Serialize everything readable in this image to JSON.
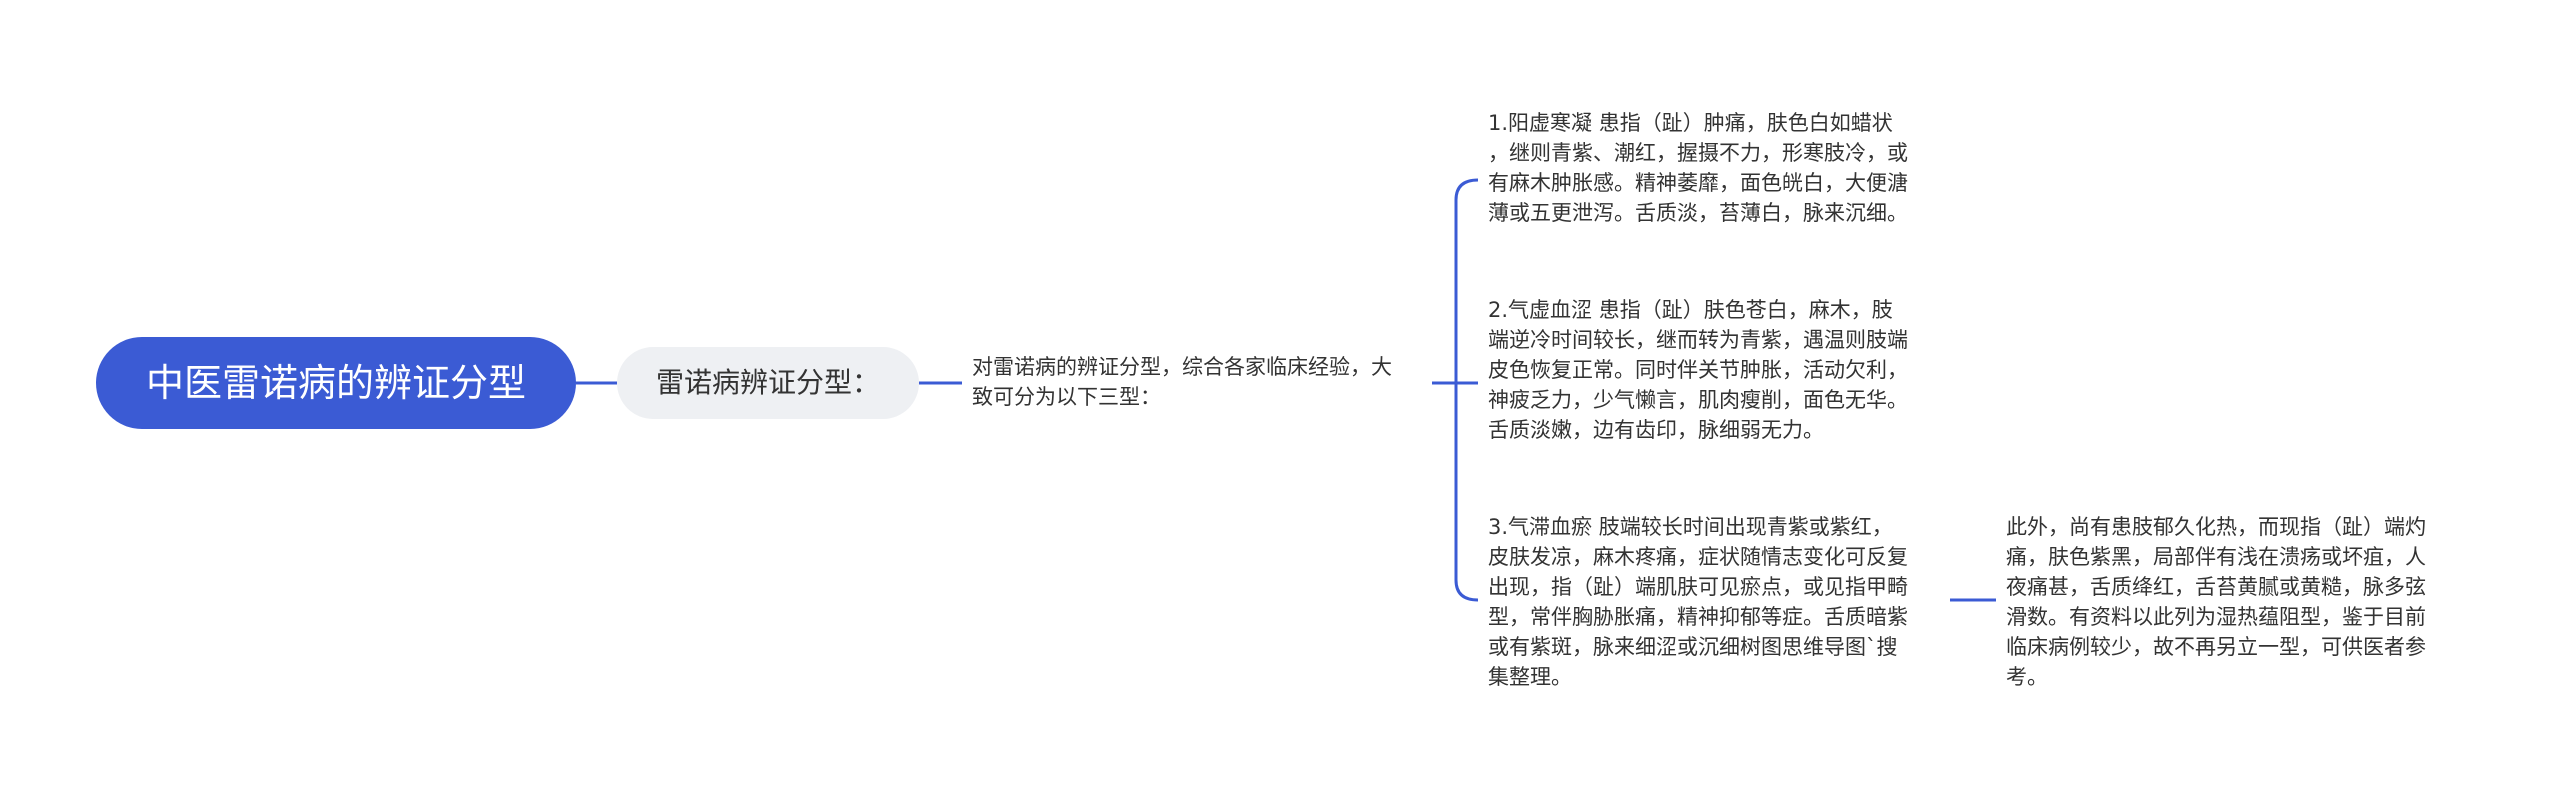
{
  "root": {
    "label": "中医雷诺病的辨证分型"
  },
  "branch": {
    "label": "雷诺病辨证分型："
  },
  "summary": {
    "text": "对雷诺病的辨证分型，综合各家临床经验，大\n致可分为以下三型："
  },
  "types": [
    {
      "text": "1.阳虚寒凝 患指（趾）肿痛，肤色白如蜡状\n，继则青紫、潮红，握摄不力，形寒肢冷，或\n有麻木肿胀感。精神萎靡，面色㿠白，大便溏\n薄或五更泄泻。舌质淡，苔薄白，脉来沉细。"
    },
    {
      "text": "2.气虚血涩 患指（趾）肤色苍白，麻木，肢\n端逆冷时间较长，继而转为青紫，遇温则肢端\n皮色恢复正常。同时伴关节肿胀，活动欠利，\n神疲乏力，少气懒言，肌肉瘦削，面色无华。\n舌质淡嫩，边有齿印，脉细弱无力。"
    },
    {
      "text": "3.气滞血瘀 肢端较长时间出现青紫或紫红，\n皮肤发凉，麻木疼痛，症状随情志变化可反复\n出现，指（趾）端肌肤可见瘀点，或见指甲畸\n型，常伴胸胁胀痛，精神抑郁等症。舌质暗紫\n或有紫斑，脉来细涩或沉细树图思维导图`搜\n集整理。"
    }
  ],
  "extra": {
    "text": "此外，尚有患肢郁久化热，而现指（趾）端灼\n痛，肤色紫黑，局部伴有浅在溃疡或坏疽，人\n夜痛甚，舌质绛红，舌苔黄腻或黄糙，脉多弦\n滑数。有资料以此列为湿热蕴阻型，鉴于目前\n临床病例较少，故不再另立一型，可供医者参\n考。"
  },
  "colors": {
    "accent": "#3b5bd4",
    "connector": "#3b5bd4",
    "subnode_bg": "#eef0f3",
    "text": "#333333"
  }
}
